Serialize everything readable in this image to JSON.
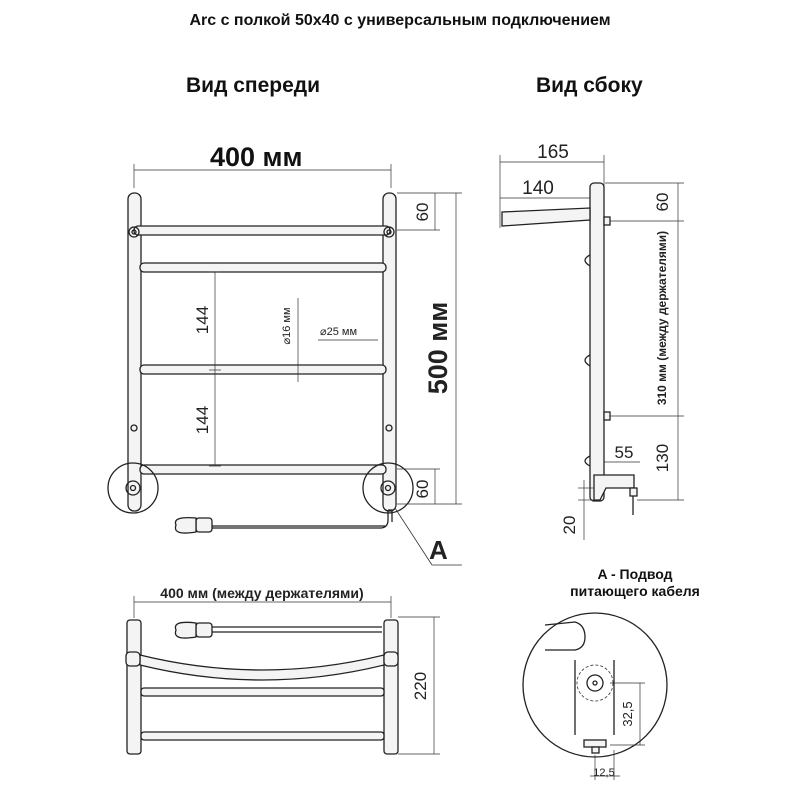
{
  "title": "Arc с полкой 50x40 с универсальным подключением",
  "front_view": {
    "heading": "Вид спереди",
    "width_label": "400 мм",
    "height_label": "500 мм",
    "dim_top": "60",
    "dim_bottom": "60",
    "dim_gap1": "144",
    "dim_gap2": "144",
    "dia_small": "16 мм",
    "dia_large": "25 мм",
    "callout": "A"
  },
  "side_view": {
    "heading": "Вид сбоку",
    "dim_depth_total": "165",
    "dim_shelf_depth": "140",
    "dim_top": "60",
    "dim_between_holders": "310 мм (между держателями)",
    "dim_bottom": "130",
    "dim_offset": "55",
    "dim_base": "20"
  },
  "top_view": {
    "width_label": "400 мм (между держателями)",
    "depth_label": "220"
  },
  "detail_a": {
    "caption_line1": "A - Подвод",
    "caption_line2": "питающего кабеля",
    "dim_height": "32,5",
    "dim_offset": "12,5"
  }
}
